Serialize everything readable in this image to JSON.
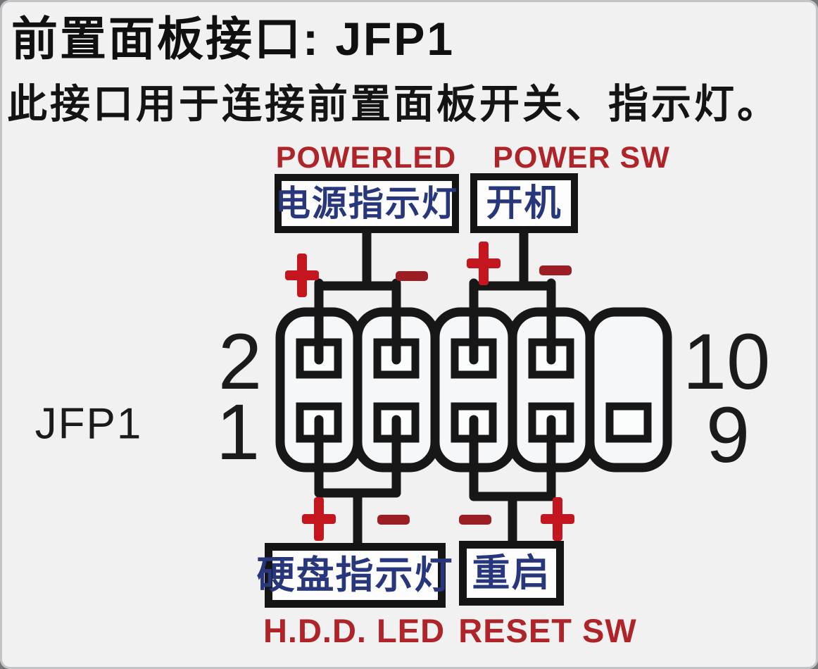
{
  "page": {
    "title": "前置面板接口: JFP1",
    "subtitle": "此接口用于连接前置面板开关、指示灯。"
  },
  "connector": {
    "label": "JFP1",
    "pin_numbers": {
      "top_left": "2",
      "bottom_left": "1",
      "top_right": "10",
      "bottom_right": "9"
    },
    "columns": 5,
    "rows": 2,
    "pins_per_column": [
      2,
      2,
      2,
      2,
      1
    ]
  },
  "headers": {
    "power_led": {
      "label": "POWERLED",
      "box_text": "电源指示灯",
      "signs": [
        "+",
        "−"
      ]
    },
    "power_sw": {
      "label": "POWER SW",
      "box_text": "开机",
      "signs": [
        "+",
        "−"
      ]
    }
  },
  "footers": {
    "hdd_led": {
      "label": "H.D.D. LED",
      "box_text": "硬盘指示灯",
      "signs": [
        "+",
        "−"
      ]
    },
    "reset_sw": {
      "label": "RESET SW",
      "box_text": "重启",
      "signs": [
        "−",
        "+"
      ]
    }
  },
  "colors": {
    "ink": "#171717",
    "red_label": "#ae2429",
    "plus_sign": "#c4161e",
    "minus_sign": "#9c1e24",
    "box_text_blue": "#28367c",
    "background": "#f0f1f0"
  }
}
